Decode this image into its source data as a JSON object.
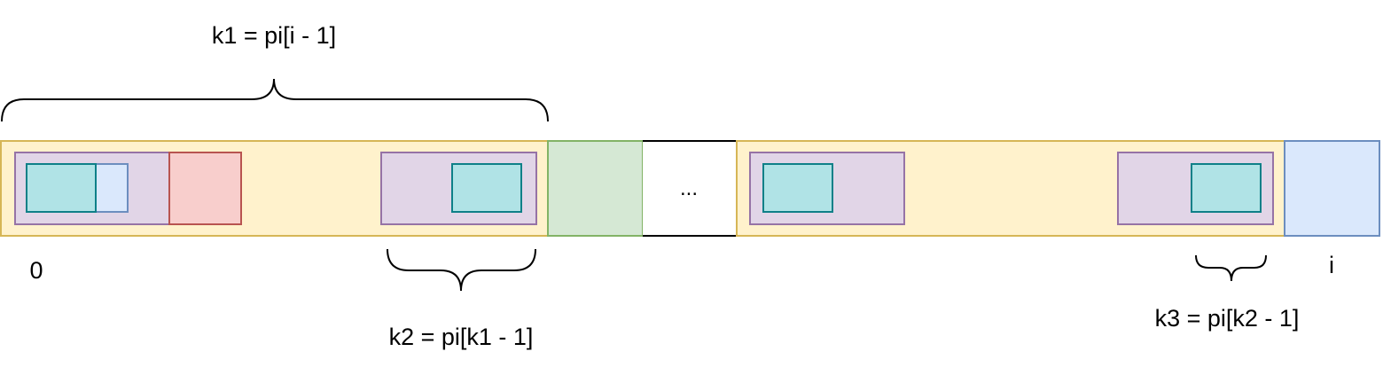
{
  "diagram": {
    "labels": {
      "k1": "k1 = pi[i - 1]",
      "k2": "k2 = pi[k1 - 1]",
      "k3": "k3 = pi[k2 - 1]",
      "start_index": "0",
      "end_index": "i",
      "ellipsis": "..."
    },
    "colors": {
      "yellow_fill": "#fff2cc",
      "yellow_stroke": "#d6b656",
      "purple_fill": "#e1d5e7",
      "purple_stroke": "#9673a6",
      "teal_fill": "#b0e3e6",
      "teal_stroke": "#0e8088",
      "light_blue_fill": "#dae8fc",
      "light_blue_stroke": "#6c8ebf",
      "red_fill": "#f8cecc",
      "red_stroke": "#b85450",
      "green_fill": "#d5e8d4",
      "green_stroke": "#82b366",
      "white_fill": "#ffffff",
      "black_stroke": "#000000"
    }
  }
}
